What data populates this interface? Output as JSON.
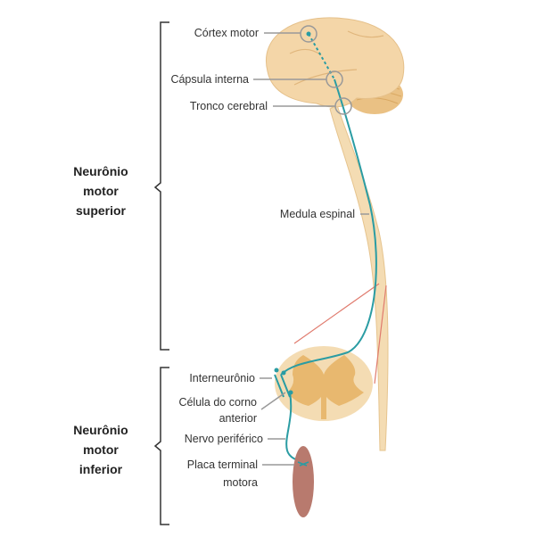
{
  "labels": {
    "cortex_motor": "Córtex motor",
    "capsula_interna": "Cápsula interna",
    "tronco_cerebral": "Tronco cerebral",
    "medula_espinal": "Medula espinal",
    "interneuronio": "Interneurônio",
    "celula_corno_1": "Célula do corno",
    "celula_corno_2": "anterior",
    "nervo_periferico": "Nervo periférico",
    "placa_terminal_1": "Placa terminal",
    "placa_terminal_2": "motora"
  },
  "groups": {
    "superior": [
      "Neurônio",
      "motor",
      "superior"
    ],
    "inferior": [
      "Neurônio",
      "motor",
      "inferior"
    ]
  },
  "colors": {
    "tissue": "#f2d3a4",
    "grey_matter": "#e8b86f",
    "neuron": "#2a9ca3",
    "reflex": "#e07b6e",
    "muscle": "#b87a6e"
  }
}
